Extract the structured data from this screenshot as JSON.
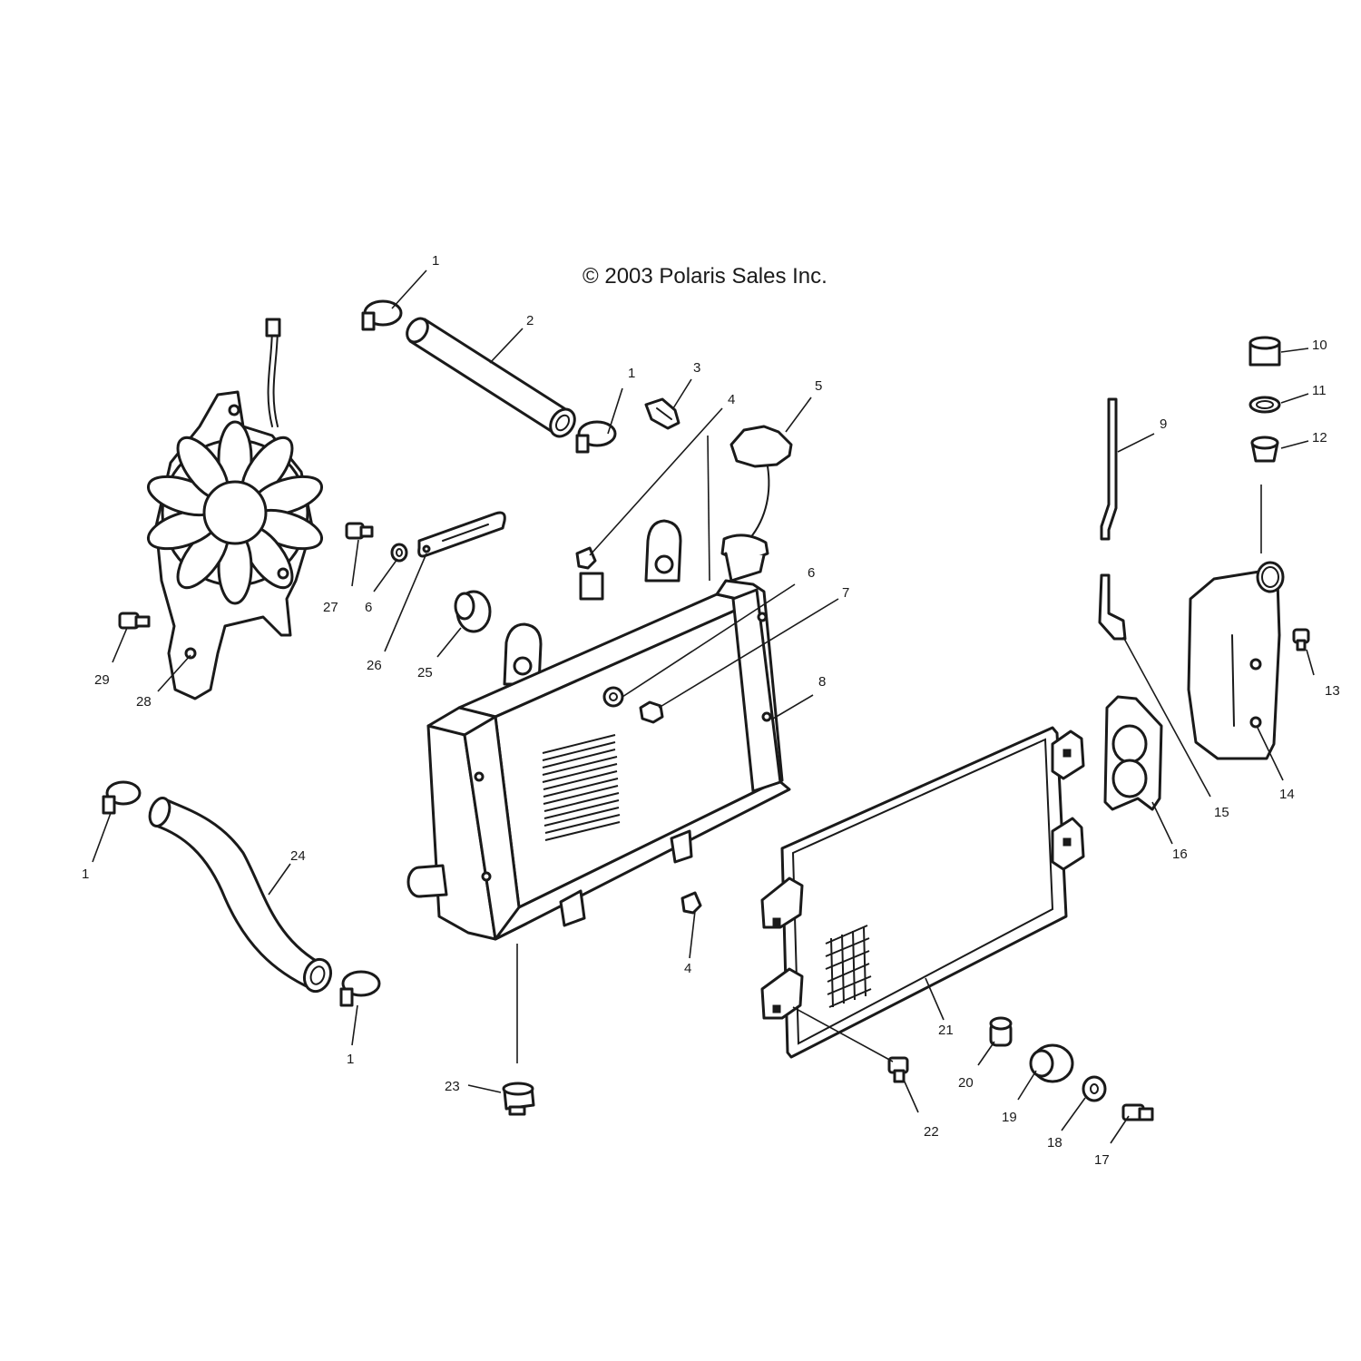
{
  "copyright": "© 2003 Polaris Sales Inc.",
  "callouts": {
    "c1a": "1",
    "c1b": "1",
    "c1c": "1",
    "c1d": "1",
    "c2": "2",
    "c3": "3",
    "c4a": "4",
    "c4b": "4",
    "c5": "5",
    "c6a": "6",
    "c6b": "6",
    "c7": "7",
    "c8": "8",
    "c9": "9",
    "c10": "10",
    "c11": "11",
    "c12": "12",
    "c13": "13",
    "c14": "14",
    "c15": "15",
    "c16": "16",
    "c17": "17",
    "c18": "18",
    "c19": "19",
    "c20": "20",
    "c21": "21",
    "c22": "22",
    "c23": "23",
    "c24": "24",
    "c25": "25",
    "c26": "26",
    "c27": "27",
    "c28": "28",
    "c29": "29"
  }
}
